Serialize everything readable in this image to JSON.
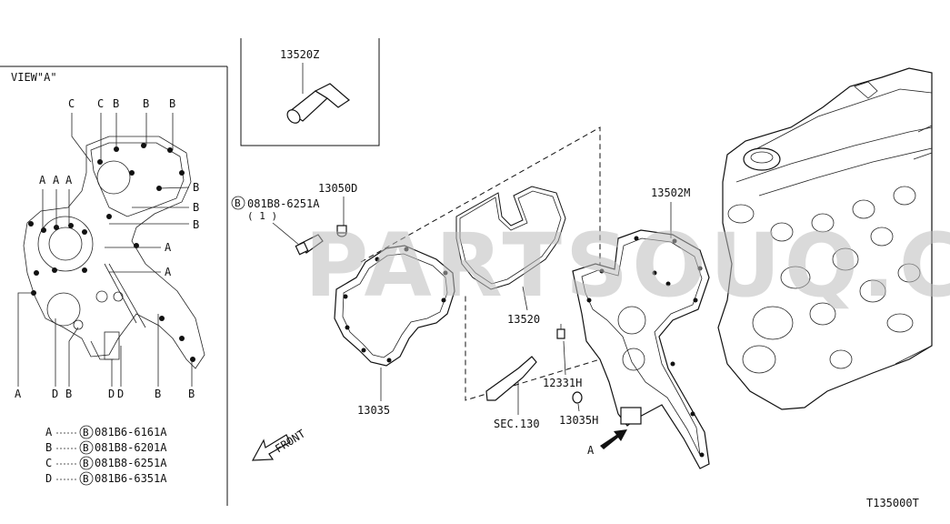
{
  "view_panel": {
    "title": "VIEW\"A\"",
    "letters_top": [
      "C",
      "C",
      "B",
      "B",
      "B"
    ],
    "letters_left": [
      "A",
      "A",
      "A"
    ],
    "letters_right": [
      "B",
      "B",
      "B",
      "A",
      "A"
    ],
    "letters_bottom": [
      "A",
      "D",
      "B",
      "D",
      "D",
      "B",
      "B"
    ],
    "legend": [
      {
        "key": "A",
        "part": "081B6-6161A"
      },
      {
        "key": "B",
        "part": "081B8-6201A"
      },
      {
        "key": "C",
        "part": "081B8-6251A"
      },
      {
        "key": "D",
        "part": "081B6-6351A"
      }
    ],
    "legend_bolt_symbol": "B"
  },
  "inset": {
    "part_number": "13520Z"
  },
  "parts": {
    "bolt_ref_symbol": "B",
    "bolt_ref_number": "081B8-6251A",
    "bolt_qty": "( 1 )",
    "p13050D": "13050D",
    "p13035": "13035",
    "p13520": "13520",
    "p13502M": "13502M",
    "p12331H": "12331H",
    "p13035H": "13035H",
    "sec130": "SEC.130",
    "view_arrow": "A",
    "front_label": "FRONT"
  },
  "watermark": "PARTSOUQ.COM",
  "drawing_code": "T135000T"
}
